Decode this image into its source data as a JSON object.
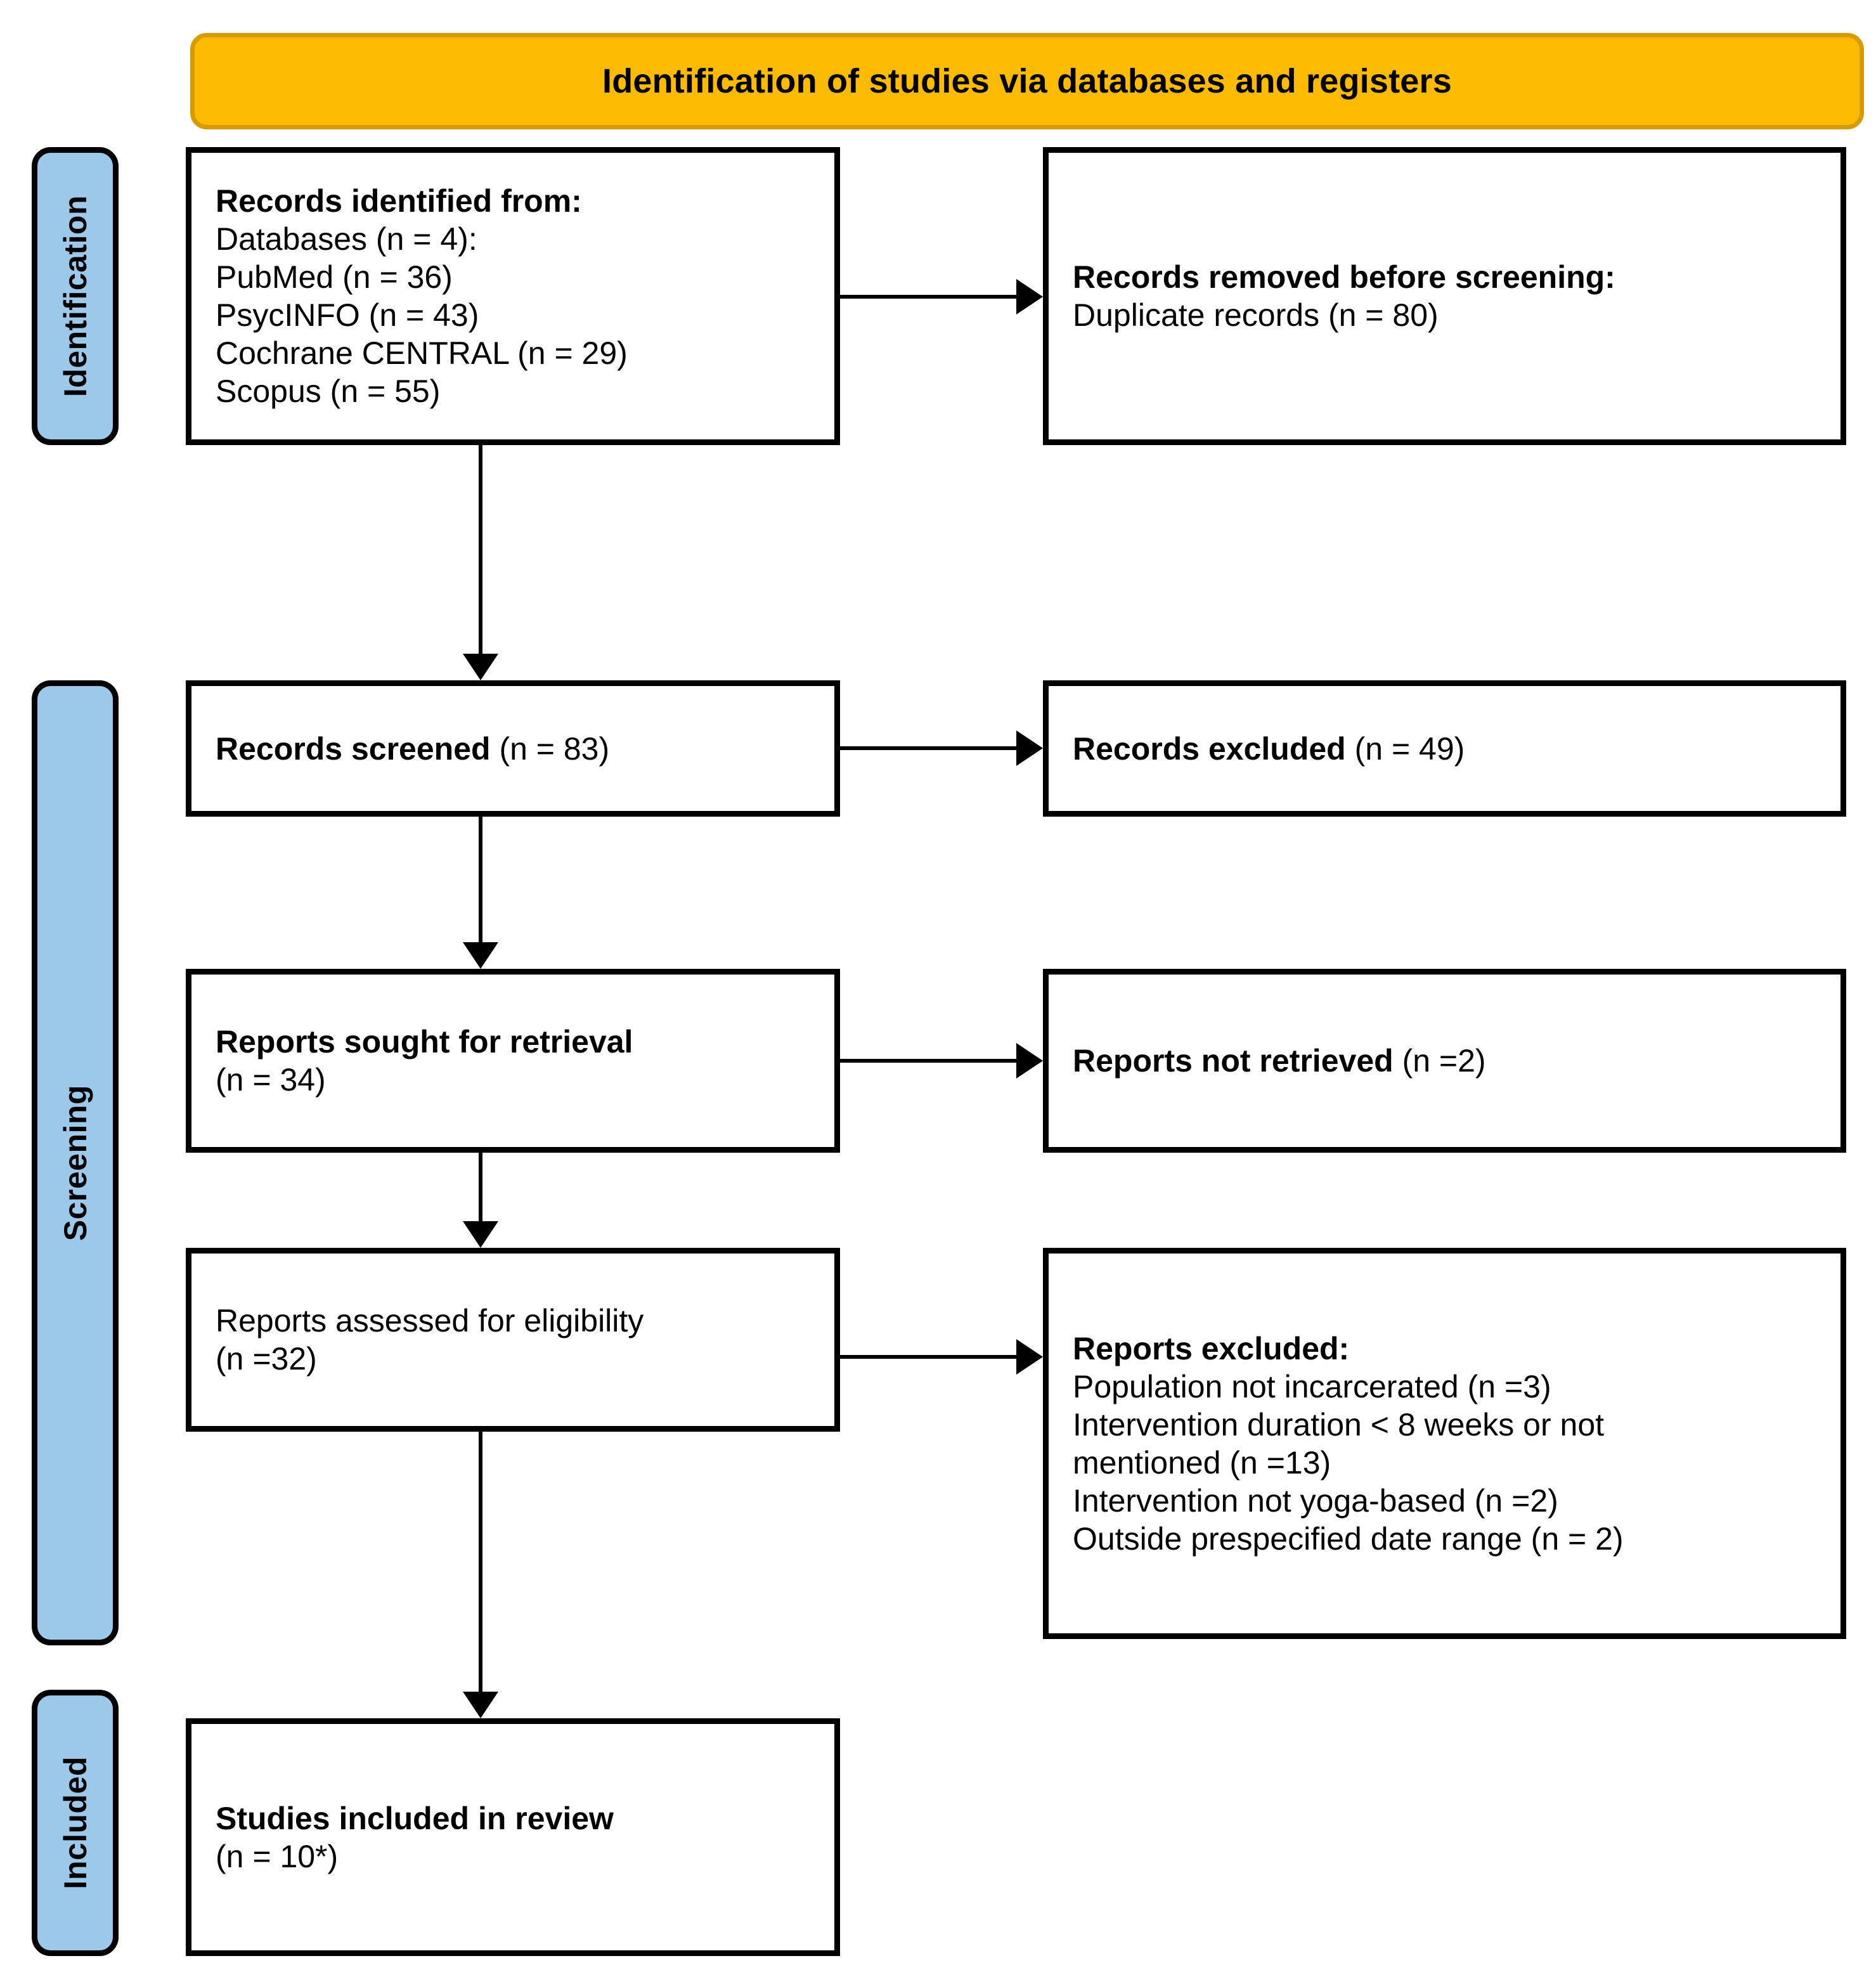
{
  "banner": {
    "title": "Identification of studies via databases and registers"
  },
  "stages": [
    {
      "key": "identification",
      "label": "Identification"
    },
    {
      "key": "screening",
      "label": "Screening"
    },
    {
      "key": "included",
      "label": "Included"
    }
  ],
  "boxes": {
    "identified": {
      "heading": "Records identified from:",
      "lines": [
        "Databases (n = 4):",
        "PubMed (n = 36)",
        "PsycINFO (n = 43)",
        "Cochrane CENTRAL (n = 29)",
        "Scopus (n = 55)"
      ]
    },
    "removed": {
      "heading": "Records removed before screening:",
      "lines": [
        "Duplicate records (n = 80)"
      ]
    },
    "screened": {
      "label": "Records screened",
      "count": " (n = 83)"
    },
    "excluded_records": {
      "label": "Records excluded",
      "count": " (n = 49)"
    },
    "sought": {
      "label": "Reports sought for retrieval",
      "count": "(n = 34)"
    },
    "not_retrieved": {
      "label": "Reports not retrieved",
      "count": " (n =2)"
    },
    "assessed": {
      "label": "Reports assessed for eligibility",
      "count": "(n =32)"
    },
    "excluded_reports": {
      "heading": "Reports excluded:",
      "lines": [
        "Population not incarcerated (n =3)",
        "Intervention duration < 8 weeks or not",
        "mentioned (n =13)",
        "Intervention not yoga-based (n =2)",
        "Outside prespecified date range (n = 2)"
      ]
    },
    "included": {
      "label": "Studies included in review",
      "count": "(n = 10*)"
    }
  },
  "colors": {
    "banner_fill": "#FCBA00",
    "banner_border": "#D79B00",
    "stage_tab_fill": "#9CC8E9",
    "box_border": "#000000",
    "text": "#000000"
  }
}
